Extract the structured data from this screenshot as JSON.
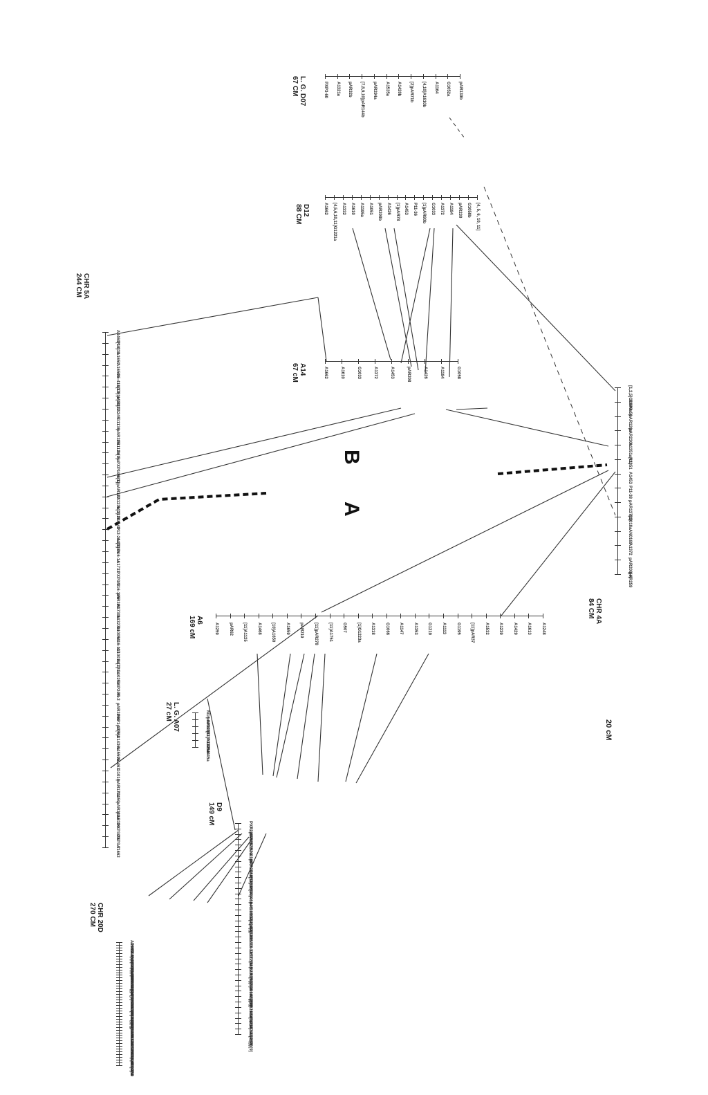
{
  "section_labels": {
    "a": "A",
    "b": "B"
  },
  "scale_label": "20 cM",
  "maps": [
    {
      "id": "chr20d",
      "title1": "CHR 20D",
      "title2": "270 CM",
      "markers": [
        "A1669",
        "P6-37",
        "P13-5",
        "P5-3",
        "A1567",
        "A1259",
        "pAR642",
        "pAR80",
        "pAR1180",
        "M16-45d",
        "pAR65",
        "pAR262",
        "pAR278a[11]",
        "pAR53",
        "P3-9",
        "G1112a[1]",
        "G1180",
        "P3-4",
        "pAR157",
        "pAR331a",
        "P1-33a",
        "P6-25b[8]",
        "G1119",
        "G1066",
        "A1751a[11]",
        "G1223a[1]",
        "M16-02",
        "A1386a",
        "A1778",
        "M16-160",
        "pAR125",
        "G1219",
        "pAR137a",
        "G1064",
        "A1326",
        "A1341",
        "A1721b",
        "G1025b",
        "M16-118",
        "A1532",
        "PXP3-49",
        "A1424b[9]",
        "P5-17",
        "pXP2-109",
        "pAR354",
        "A1429"
      ]
    },
    {
      "id": "d9",
      "title1": "D9",
      "title2": "149 cM",
      "markers": [
        "PXP2-44",
        "A1259",
        "pAR65",
        "A1570",
        "A1531",
        "AN0169",
        "A1466",
        "pAR278a[11]",
        "A1468",
        "A1657",
        "A1650a[10]",
        "A1650",
        "P3-4",
        "A1466",
        "A1246",
        "pAR130a[4, 10]",
        "G0507",
        "G1219a[1]",
        "A1147",
        "pAR125",
        "A1396",
        "A1130",
        "M16-117",
        "A1351",
        "A1721b",
        "G1185",
        "pAR23b[9]",
        "pAR371[1]",
        "A1532",
        "A1546",
        "G1000b[2,5]",
        "A1422[1]",
        "A1359",
        "pAR216a[2,4,8]",
        "A1621",
        "A1456",
        "A1284",
        "G1070b[2,3]",
        "A1424b[9]",
        "A1457b[9]"
      ]
    },
    {
      "id": "lg-a07",
      "title1": "L. G. A07",
      "title2": "27 cM",
      "markers": [
        "M16-96",
        "pAR62b",
        "G1137",
        "[11]A1125a",
        "PXP2-44",
        "M16-45a"
      ]
    },
    {
      "id": "a6",
      "title1": "A6",
      "title2": "169 cM",
      "markers": [
        "A1259",
        "pAR62",
        "[11]A1125",
        "A1468",
        "[10]A1650",
        "A1659",
        "pAR219",
        "[11]pAR278",
        "[11]A1751",
        "G507",
        "[1]G1223a",
        "A1318",
        "G1066",
        "A1147",
        "A1353",
        "G1219",
        "A1113",
        "G1195",
        "[11]pAR37",
        "A1532",
        "A1239",
        "A1429",
        "A1613",
        "A1248"
      ]
    },
    {
      "id": "chr5a",
      "title1": "CHR 5A",
      "title2": "244 CM",
      "markers": [
        "A1460[10]",
        "P1-33b",
        "A1650",
        "A1650a",
        "P5-41b[10]",
        "A1751b[11]",
        "pAR112",
        "A1245",
        "G1136",
        "pAR325",
        "G1112a[1]",
        "P6-5a",
        "PXP1-44[1]",
        "P6-12",
        "pAR122",
        "G1123b[1]",
        "A1312b",
        "P11-43",
        "P12-20a[3]",
        "A1338b",
        "P16-14",
        "A1733",
        "PXP3-2",
        "M16-185",
        "pAR300",
        "A1730b",
        "A1327b",
        "G1005a",
        "M16-117",
        "G1001b[3]",
        "A1721a",
        "G1025a",
        "PXP2-41",
        "P5-2",
        "pAR304b",
        "PXP1-17[6]",
        "pAR42",
        "A1436a",
        "A1559b",
        "A1463",
        "G1010",
        "pAR171a",
        "A1159",
        "pAR233a",
        "pAR334",
        "PXP3-26",
        "PXP3-7",
        "A1662"
      ]
    },
    {
      "id": "a14",
      "title1": "A14",
      "title2": "67 cM",
      "markers": [
        "A1662",
        "A1610",
        "G1033",
        "A1372",
        "A1453",
        "pAR208",
        "A1426",
        "A1194",
        "G1058"
      ]
    },
    {
      "id": "d12",
      "title1": "D12",
      "title2": "88 CM",
      "markers": [
        "A1662",
        "[4,5,6,10,11]G1221a",
        "A1332",
        "A1610",
        "A1195a",
        "A1051",
        "pAR208b",
        "A1426",
        "[1]pAR78",
        "A1453",
        "P11-36",
        "[1]pAR80b",
        "G1033",
        "A1372",
        "A1194",
        "pAR230",
        "G1058b",
        "[4, 5, 6, 10, 11]"
      ]
    },
    {
      "id": "lg-d07",
      "title1": "L. G. D07",
      "title2": "67 CM",
      "markers": [
        "PXP3-60",
        "A1321a",
        "pAR32b",
        "[7,8,9,10]pAR144b",
        "pAR294a",
        "A1535a",
        "A1420b",
        "[2]pAR71b",
        "[4,10]A1610b",
        "A1164",
        "G1052a",
        "pAR139b"
      ]
    },
    {
      "id": "chr4a",
      "title1": "CHR 4A",
      "title2": "84 CM",
      "markers": [
        "[1,2,5]G1040a",
        "PXP4-58",
        "pAR120a",
        "pAR230a",
        "A1351a[11]",
        "A1351",
        "A1453",
        "P11-38",
        "pAR137[1]",
        "G1018a",
        "AN0169",
        "A1372",
        "pAR208[4]",
        "pAR259"
      ]
    }
  ]
}
